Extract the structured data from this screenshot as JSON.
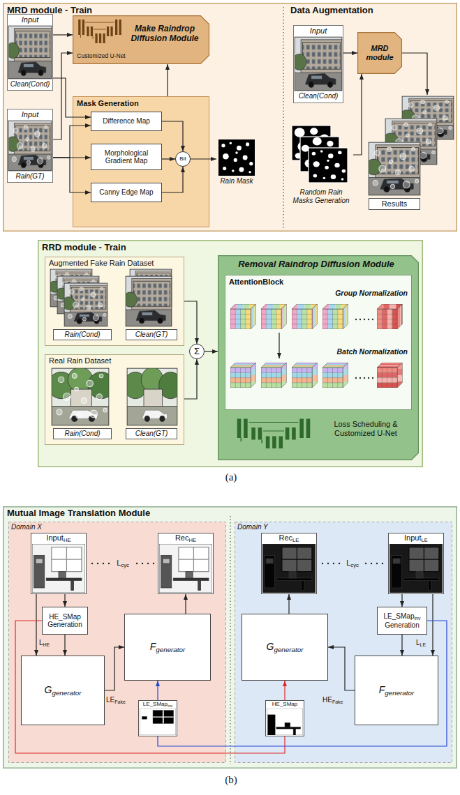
{
  "diagram": {
    "nodes": [
      {
        "text": [
          "MRD module - Train",
          "Data Augmentation"
        ]
      },
      {
        "text": [
          "Input",
          "Clean(Cond)"
        ],
        "in": 0
      },
      {
        "text": [
          "Input",
          "Rain(GT)"
        ],
        "in": 0
      },
      {
        "text": [
          "Customized U-Net",
          "Make Raindrop Diffusion Module"
        ],
        "in": 0
      },
      {
        "text": [
          "Mask Generation"
        ],
        "in": 0
      },
      {
        "text": [
          "Difference Map"
        ],
        "in": 4
      },
      {
        "text": [
          "Morphological Gradient Map"
        ],
        "in": 4
      },
      {
        "text": [
          "Canny Edge Map"
        ],
        "in": 4
      },
      {
        "text": [
          "Bit"
        ],
        "in": 4
      },
      {
        "text": [
          "Rain Mask"
        ],
        "in": 0
      },
      {
        "text": [
          "Input",
          "Clean(Cond)"
        ],
        "in": 0
      },
      {
        "text": [
          "MRD module"
        ],
        "in": 0
      },
      {
        "text": [
          "Random Rain Masks Generation"
        ],
        "in": 0
      },
      {
        "text": [
          "Results"
        ],
        "in": 0
      },
      {
        "text": [
          "RRD module - Train"
        ]
      },
      {
        "text": [
          "Augmented Fake Rain Dataset",
          "Rain(Cond)",
          "Clean(GT)"
        ],
        "in": 14
      },
      {
        "text": [
          "Real Rain Dataset",
          "Rain(Cond)",
          "Clean(GT)"
        ],
        "in": 14
      },
      {
        "text": [
          "Σ"
        ],
        "in": 14
      },
      {
        "text": [
          "Removal Raindrop Diffusion Module",
          "Loss Scheduling & Customized U-Net"
        ],
        "in": 14
      },
      {
        "text": [
          "AttentionBlock",
          "Group Normalization",
          "Batch Normalization"
        ],
        "in": 18
      },
      {
        "text": [
          "Mutual Image Translation Module"
        ]
      },
      {
        "text": [
          "Domain X"
        ],
        "in": 20
      },
      {
        "text": [
          "InputHE"
        ],
        "in": 21
      },
      {
        "text": [
          "RecHE"
        ],
        "in": 21
      },
      {
        "text": [
          "HE_SMap Generation"
        ],
        "in": 21
      },
      {
        "text": [
          "Ggenerator"
        ],
        "in": 21
      },
      {
        "text": [
          "Fgenerator"
        ],
        "in": 21
      },
      {
        "text": [
          "LE_SMapinv"
        ],
        "in": 21
      },
      {
        "text": [
          "Domain Y"
        ],
        "in": 20
      },
      {
        "text": [
          "RecLE"
        ],
        "in": 28
      },
      {
        "text": [
          "InputLE"
        ],
        "in": 28
      },
      {
        "text": [
          "LE_SMapinv Generation"
        ],
        "in": 28
      },
      {
        "text": [
          "Ggenerator"
        ],
        "in": 28
      },
      {
        "text": [
          "HE_SMap"
        ],
        "in": 28
      },
      {
        "text": [
          "Fgenerator"
        ],
        "in": 28
      }
    ],
    "edges": [
      {
        "from": 1,
        "to": 3,
        "arrow": "to"
      },
      {
        "from": 1,
        "to": 5,
        "arrow": "to"
      },
      {
        "from": 2,
        "to": 3,
        "arrow": "to"
      },
      {
        "from": 2,
        "to": 5,
        "arrow": "to"
      },
      {
        "from": 2,
        "to": 6,
        "arrow": "to"
      },
      {
        "from": 2,
        "to": 7,
        "arrow": "to"
      },
      {
        "from": 5,
        "to": 8,
        "arrow": "to"
      },
      {
        "from": 6,
        "to": 8,
        "arrow": "to"
      },
      {
        "from": 7,
        "to": 8,
        "arrow": "to"
      },
      {
        "from": 8,
        "to": 9,
        "arrow": "to"
      },
      {
        "from": 4,
        "to": 3,
        "arrow": "to"
      },
      {
        "from": 10,
        "to": 11,
        "arrow": "to"
      },
      {
        "from": 12,
        "to": 11,
        "arrow": "to"
      },
      {
        "from": 11,
        "to": 13,
        "arrow": "to"
      },
      {
        "from": 15,
        "to": 17,
        "arrow": "to"
      },
      {
        "from": 16,
        "to": 17,
        "arrow": "to"
      },
      {
        "from": 17,
        "to": 18,
        "arrow": "to"
      },
      {
        "from": 22,
        "to": 24,
        "arrow": "to"
      },
      {
        "from": 22,
        "to": 25,
        "label": "LHE",
        "arrow": "to"
      },
      {
        "from": 24,
        "to": 25,
        "arrow": "to"
      },
      {
        "from": 25,
        "to": 26,
        "label": "LEFake",
        "arrow": "to"
      },
      {
        "from": 27,
        "to": 26,
        "arrow": "to"
      },
      {
        "from": 26,
        "to": 23,
        "arrow": "to"
      },
      {
        "from": 24,
        "to": 33,
        "arrow": "none"
      },
      {
        "from": 33,
        "to": 32,
        "arrow": "to"
      },
      {
        "from": 30,
        "to": 31,
        "arrow": "to"
      },
      {
        "from": 30,
        "to": 34,
        "label": "LLE",
        "arrow": "to"
      },
      {
        "from": 31,
        "to": 34,
        "arrow": "to"
      },
      {
        "from": 34,
        "to": 32,
        "label": "HEFake",
        "arrow": "to"
      },
      {
        "from": 32,
        "to": 29,
        "arrow": "to"
      },
      {
        "from": 31,
        "to": 27,
        "arrow": "none"
      }
    ],
    "labels": [
      "(a)",
      "Lcyc",
      "Lcyc",
      "(b)"
    ]
  }
}
